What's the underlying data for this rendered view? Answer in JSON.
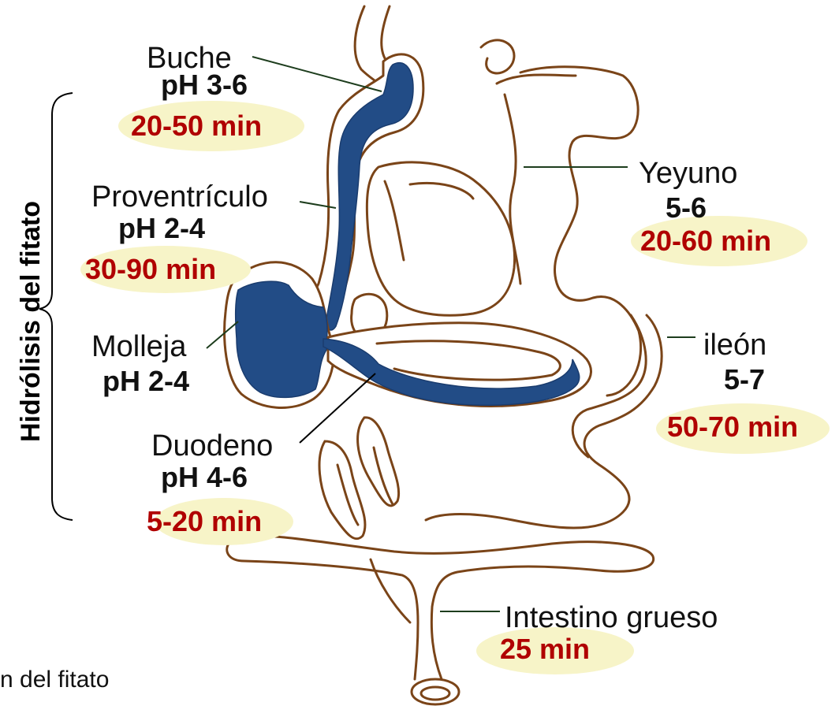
{
  "side_label": "Hidrólisis del fitato",
  "footer_fragment": "n del fitato",
  "colors": {
    "outline": "#7a4418",
    "lumen": "#224c86",
    "time_text": "#b00000",
    "halo": "#f7f4c8"
  },
  "segments": {
    "buche": {
      "name": "Buche",
      "ph": "pH 3-6",
      "time": "20-50 min"
    },
    "proventriculo": {
      "name": "Proventrículo",
      "ph": "pH 2-4",
      "time": "30-90 min"
    },
    "molleja": {
      "name": "Molleja",
      "ph": "pH 2-4"
    },
    "duodeno": {
      "name": "Duodeno",
      "ph": "pH  4-6",
      "time": "5-20 min"
    },
    "yeyuno": {
      "name": "Yeyuno",
      "ph": "5-6",
      "time": "20-60 min"
    },
    "ileon": {
      "name": "ileón",
      "ph": "5-7",
      "time": "50-70 min"
    },
    "intestino_grueso": {
      "name": "Intestino grueso",
      "time": "25 min"
    }
  }
}
